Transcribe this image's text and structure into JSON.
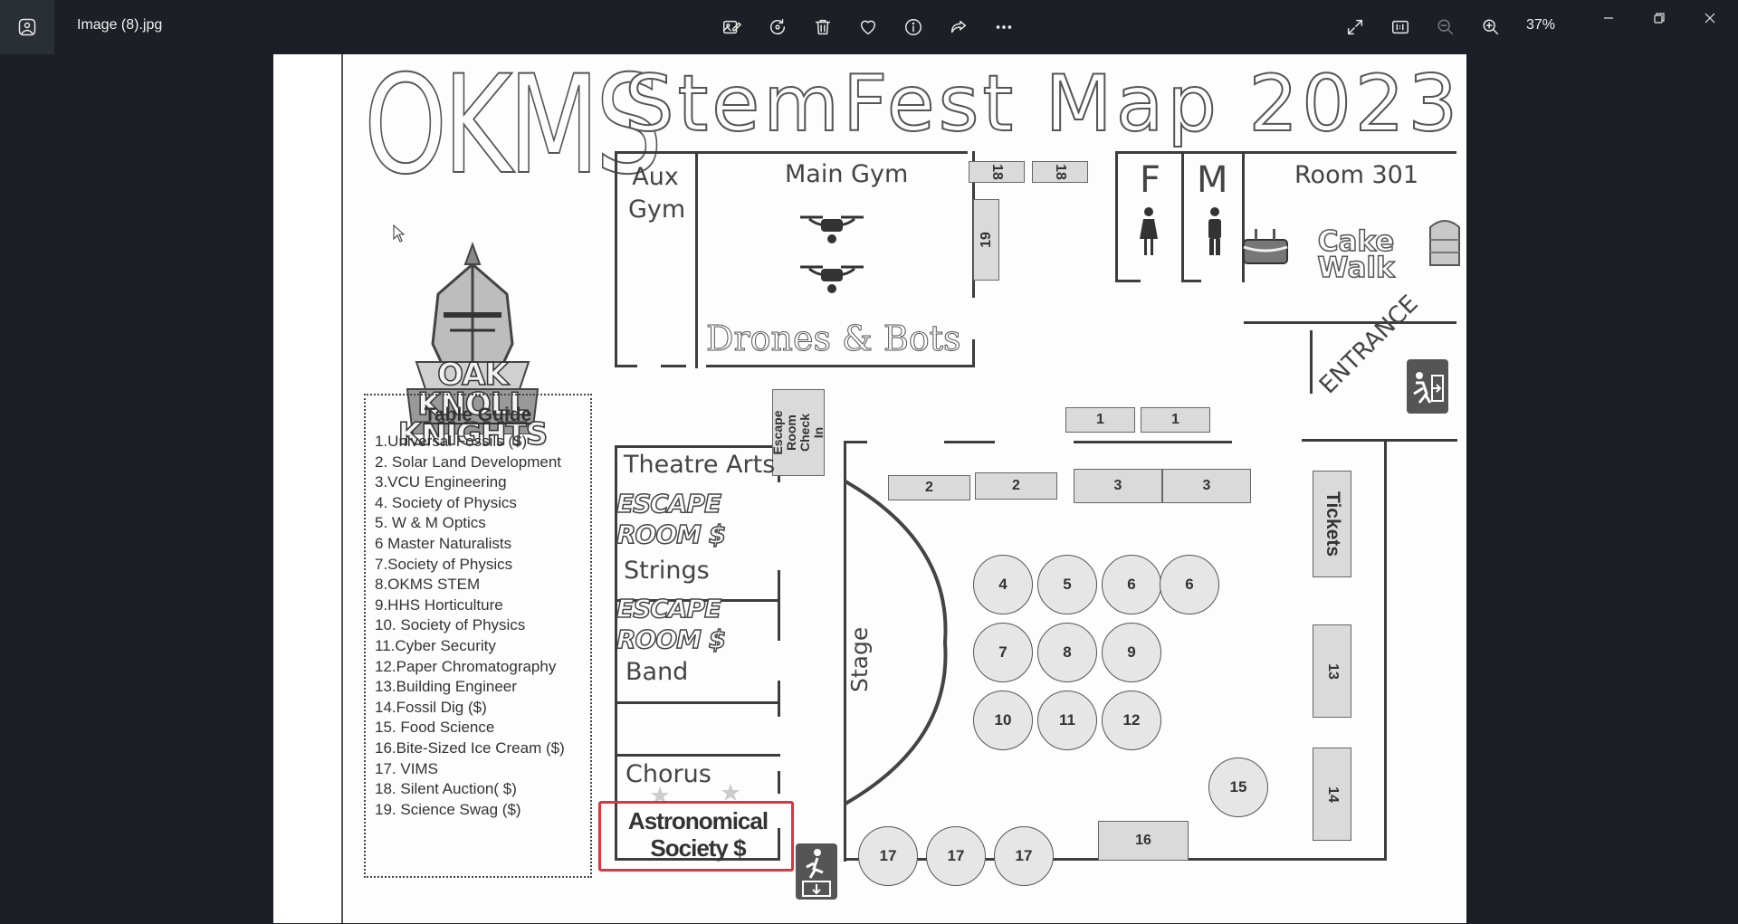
{
  "window": {
    "file_name": "Image (8).jpg",
    "zoom_level": "37%"
  },
  "toolbar": {
    "edit": "edit-image-icon",
    "rotate": "rotate-icon",
    "delete": "delete-icon",
    "favorite": "heart-icon",
    "info": "info-icon",
    "share": "share-icon",
    "more": "more-icon",
    "fullscreen": "fullscreen-icon",
    "actual_size": "actual-size-icon",
    "zoom_out": "zoom-out-icon",
    "zoom_in": "zoom-in-icon"
  },
  "map": {
    "school": "OKMS",
    "title": "StemFest Map 2023",
    "logo_text": "OAK KNOLL KNIGHTS",
    "rooms": {
      "aux_gym": "Aux Gym",
      "main_gym": "Main Gym",
      "drones": "Drones & Bots",
      "female": "F",
      "male": "M",
      "room301": "Room 301",
      "cake_walk": "Cake Walk",
      "entrance": "ENTRANCE",
      "escape_checkin": "Escape Room Check In",
      "theatre": "Theatre Arts",
      "escape1": "ESCAPE ROOM $",
      "strings": "Strings",
      "escape2": "ESCAPE ROOM $",
      "band": "Band",
      "chorus": "Chorus",
      "astronomical": "Astronomical Society $",
      "stage": "Stage",
      "tickets": "Tickets"
    },
    "tables": {
      "t18a": "18",
      "t18b": "18",
      "t19": "19",
      "t1a": "1",
      "t1b": "1",
      "t2a": "2",
      "t2b": "2",
      "t3a": "3",
      "t3b": "3",
      "t4": "4",
      "t5": "5",
      "t6a": "6",
      "t6b": "6",
      "t7": "7",
      "t8": "8",
      "t9": "9",
      "t10": "10",
      "t11": "11",
      "t12": "12",
      "t13": "13",
      "t14": "14",
      "t15": "15",
      "t16": "16",
      "t17a": "17",
      "t17b": "17",
      "t17c": "17"
    },
    "guide": {
      "title": "Table Guide",
      "items": [
        "1.Universal Fossils ($)",
        "2. Solar Land Development",
        "3.VCU Engineering",
        "4. Society of Physics",
        "5. W & M Optics",
        "6 Master Naturalists",
        "7.Society of Physics",
        "8.OKMS STEM",
        "9.HHS Horticulture",
        "10. Society of Physics",
        "11.Cyber Security",
        "12.Paper Chromatography",
        "13.Building Engineer",
        "14.Fossil Dig ($)",
        "15. Food Science",
        "16.Bite-Sized Ice Cream ($)",
        "17. VIMS",
        "18. Silent Auction( $)",
        "19. Science Swag ($)"
      ]
    }
  }
}
